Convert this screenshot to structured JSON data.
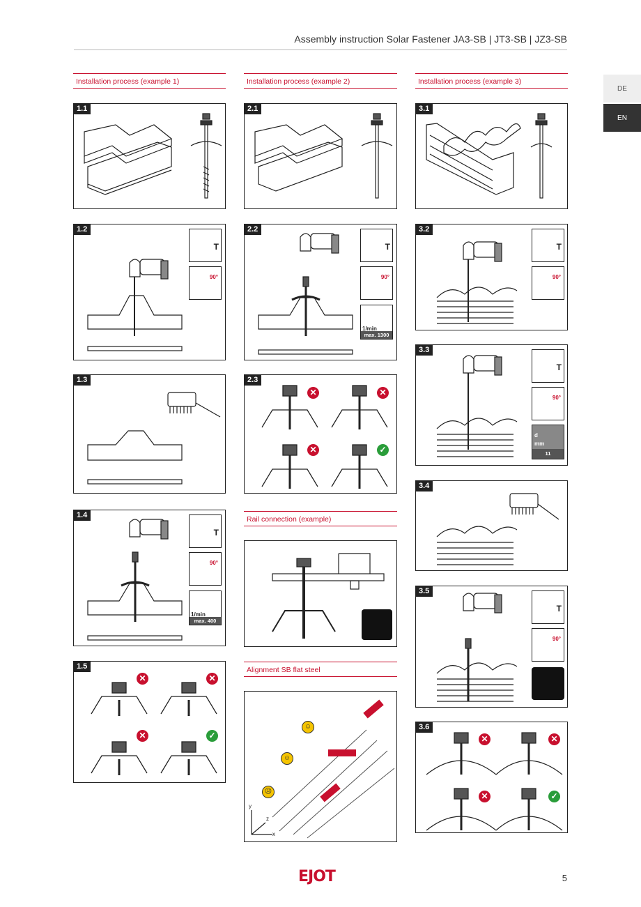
{
  "header": {
    "title": "Assembly instruction Solar Fastener JA3-SB | JT3-SB | JZ3-SB"
  },
  "side_tabs": {
    "de": "DE",
    "en": "EN"
  },
  "sections": {
    "ex1": "Installation process (example 1)",
    "ex2": "Installation process (example 2)",
    "ex3": "Installation process (example 3)",
    "rail": "Rail connection (example)",
    "align": "Alignment SB flat steel"
  },
  "steps": {
    "s1_1": "1.1",
    "s1_2": "1.2",
    "s1_3": "1.3",
    "s1_4": "1.4",
    "s1_5": "1.5",
    "s2_1": "2.1",
    "s2_2": "2.2",
    "s2_3": "2.3",
    "s3_1": "3.1",
    "s3_2": "3.2",
    "s3_3": "3.3",
    "s3_4": "3.4",
    "s3_5": "3.5",
    "s3_6": "3.6"
  },
  "labels": {
    "angle": "90°",
    "rpm": "1/min",
    "max_400": "max. 400",
    "max_1300": "max. 1300",
    "drill_mm": "mm",
    "drill_d": "d",
    "drill_value": "11",
    "torque_t": "T",
    "axis_x": "x",
    "axis_y": "y",
    "axis_z": "z"
  },
  "footer": {
    "logo": "EJOT",
    "page": "5"
  },
  "colors": {
    "accent": "#c8102e",
    "ok": "#2a9d3a",
    "dark": "#222222"
  }
}
